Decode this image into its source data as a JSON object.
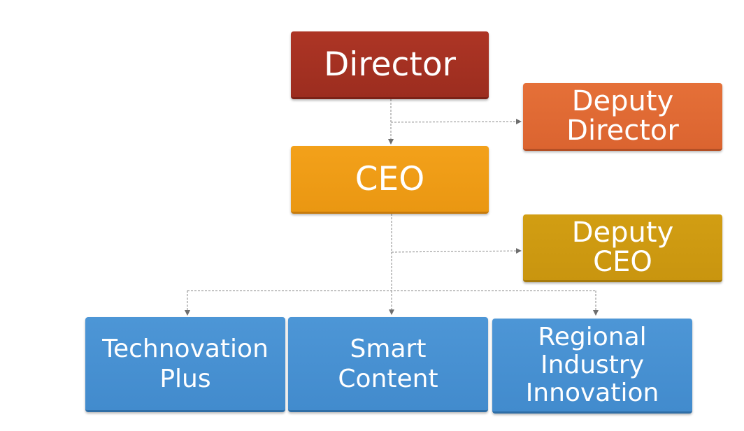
{
  "nodes": {
    "director": {
      "lines": [
        "Director"
      ]
    },
    "deputy_director": {
      "lines": [
        "Deputy",
        "Director"
      ]
    },
    "ceo": {
      "lines": [
        "CEO"
      ]
    },
    "deputy_ceo": {
      "lines": [
        "Deputy",
        "CEO"
      ]
    },
    "technovation_plus": {
      "lines": [
        "Technovation",
        "Plus"
      ]
    },
    "smart_content": {
      "lines": [
        "Smart",
        "Content"
      ]
    },
    "regional_industry_innovation": {
      "lines": [
        "Regional",
        "Industry",
        "Innovation"
      ]
    }
  },
  "colors": {
    "director": "#a93424",
    "deputy_director": "#e0693a",
    "ceo": "#f09d1a",
    "deputy_ceo": "#cd9912",
    "unit": "#4690d2",
    "connector": "#7a7a7a"
  }
}
